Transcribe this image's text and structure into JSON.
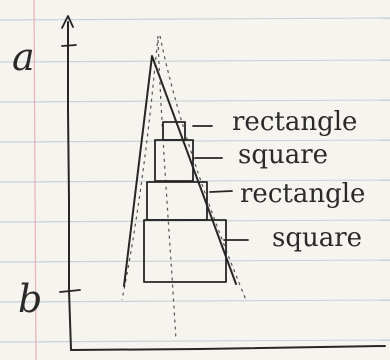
{
  "labels": {
    "top": "a",
    "bottom": "b",
    "stack": [
      "rectangle",
      "square",
      "rectangle",
      "square"
    ]
  },
  "colors": {
    "paper": "#f6f4ef",
    "ink": "#262626",
    "ruled_line": "#c9d3dc",
    "margin_line": "#e7b3b3"
  }
}
